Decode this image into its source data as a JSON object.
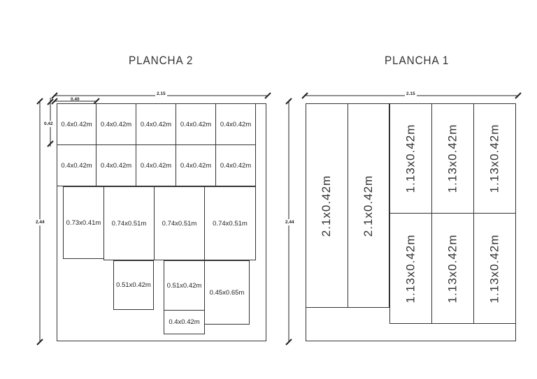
{
  "plancha2": {
    "title": "PLANCHA 2",
    "dim_width": "2.15",
    "dim_height": "2.44",
    "dim_piece_width": "0.40",
    "dim_piece_height": "0.42",
    "row1": [
      "0.4x0.42m",
      "0.4x0.42m",
      "0.4x0.42m",
      "0.4x0.42m",
      "0.4x0.42m"
    ],
    "row2": [
      "0.4x0.42m",
      "0.4x0.42m",
      "0.4x0.42m",
      "0.4x0.42m",
      "0.4x0.42m"
    ],
    "row3": [
      "0.73x0.41m",
      "0.74x0.51m",
      "0.74x0.51m",
      "0.74x0.51m"
    ],
    "row4": [
      "0.51x0.42m",
      "0.51x0.42m",
      "0.45x0.65m"
    ],
    "row5": [
      "0.4x0.42m"
    ]
  },
  "plancha1": {
    "title": "PLANCHA 1",
    "dim_width": "2.15",
    "dim_height": "2.44",
    "tall": [
      "2.1x0.42m",
      "2.1x0.42m"
    ],
    "top": [
      "1.13x0.42m",
      "1.13x0.42m",
      "1.13x0.42m"
    ],
    "bottom": [
      "1.13x0.42m",
      "1.13x0.42m",
      "1.13x0.42m"
    ]
  }
}
